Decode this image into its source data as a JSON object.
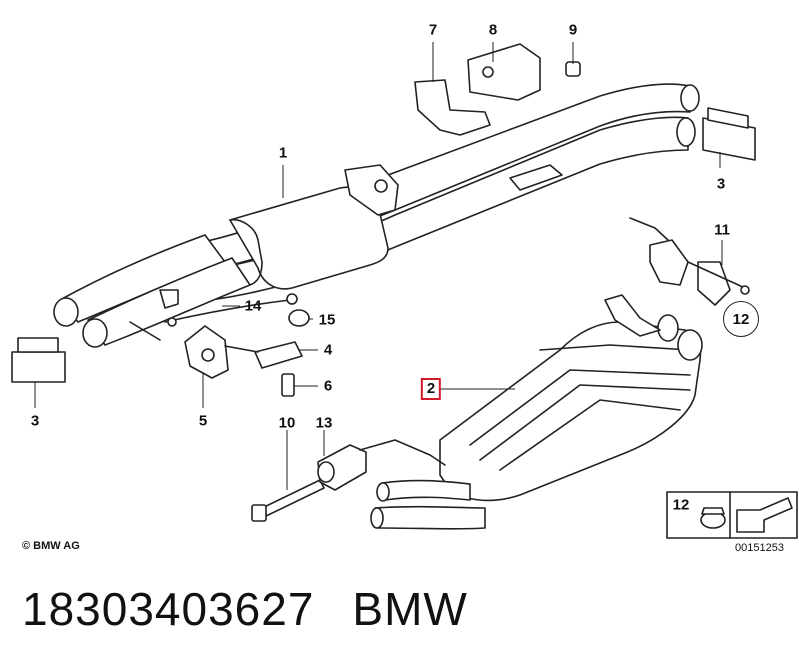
{
  "parts": {
    "p1": "1",
    "p2": "2",
    "p3a": "3",
    "p3b": "3",
    "p4": "4",
    "p5": "5",
    "p6": "6",
    "p7": "7",
    "p8": "8",
    "p9": "9",
    "p10": "10",
    "p11": "11",
    "p12": "12",
    "p13": "13",
    "p14": "14",
    "p15": "15",
    "legend12": "12"
  },
  "highlight_color": "#d21b2a",
  "copyright": "© BMW AG",
  "doc_id": "00151253",
  "footer": {
    "part_number": "18303403627",
    "brand": "BMW"
  }
}
